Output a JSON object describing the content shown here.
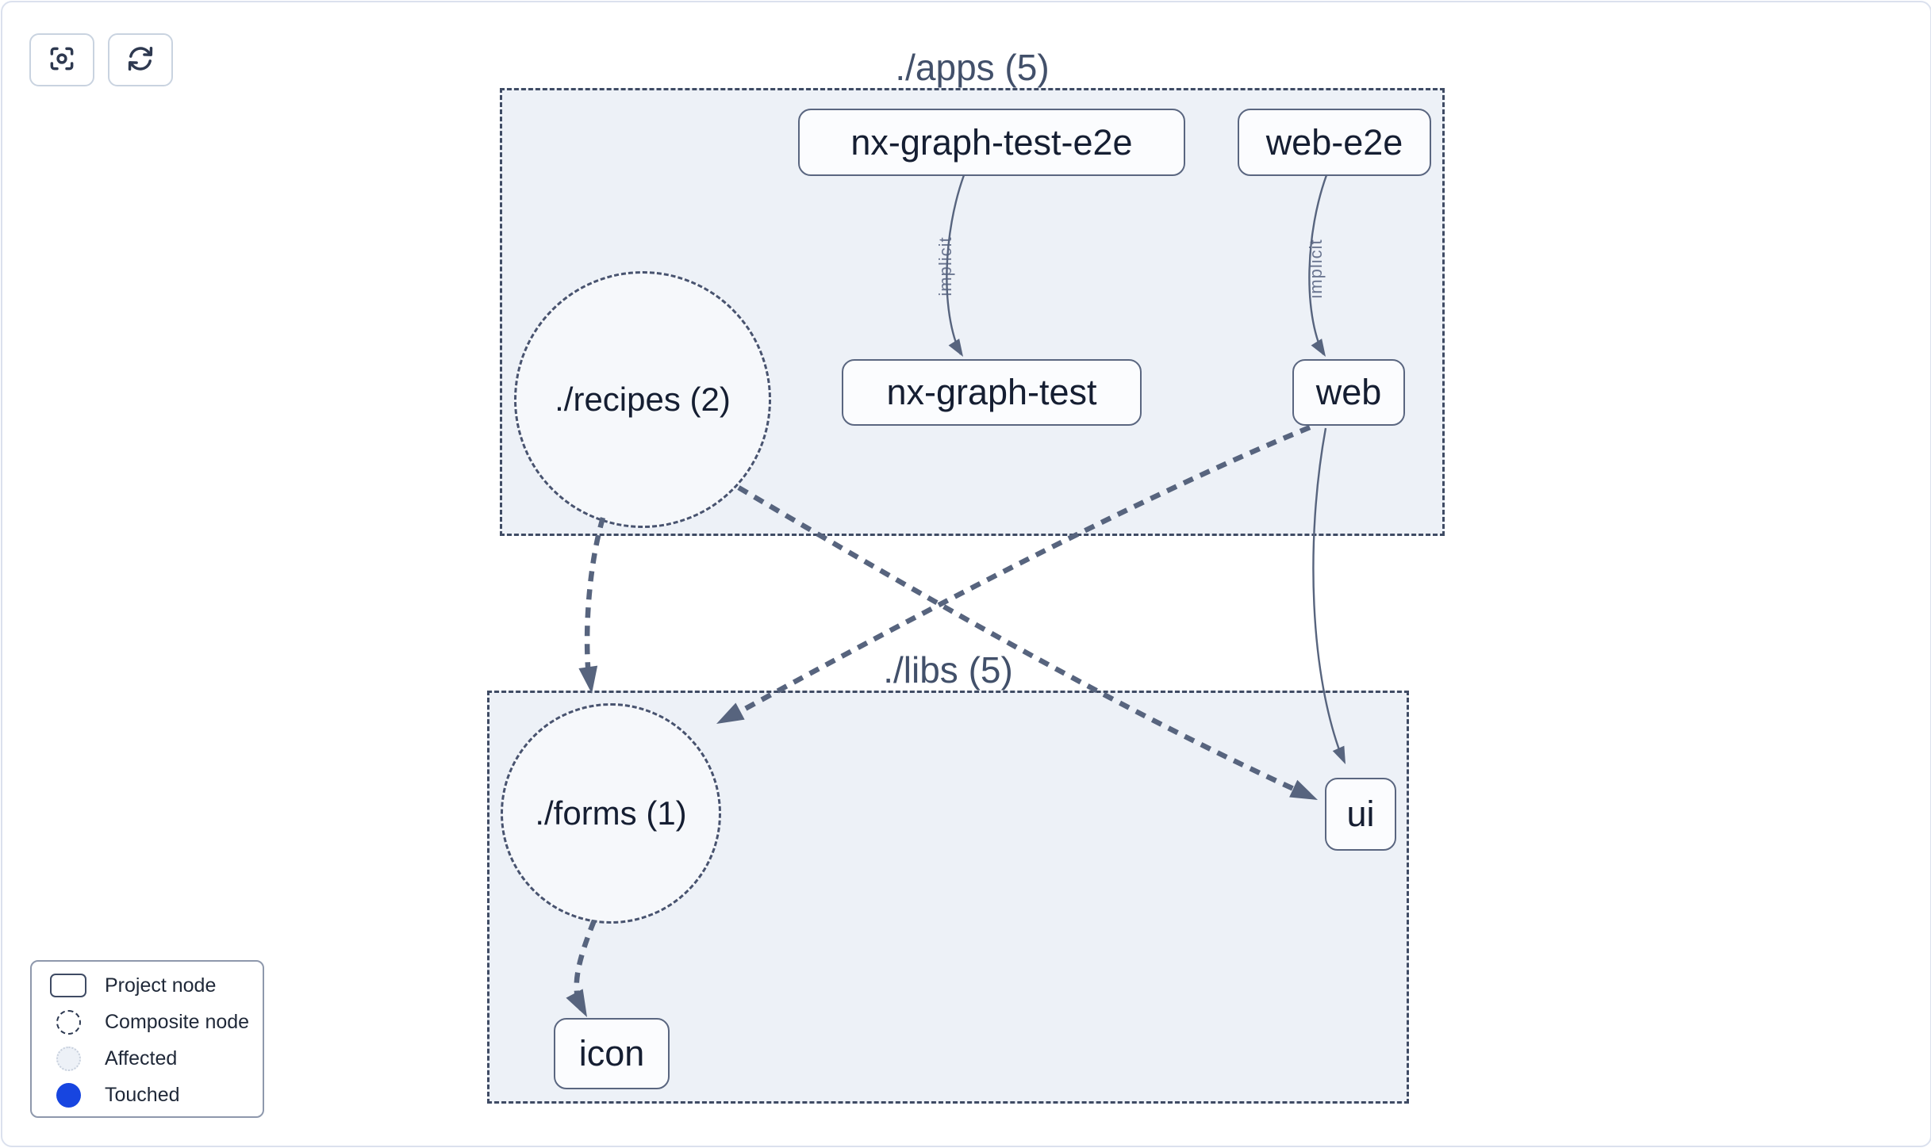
{
  "toolbar": {
    "buttons": [
      {
        "name": "focus",
        "icon": "scan-focus-icon"
      },
      {
        "name": "refresh",
        "icon": "refresh-icon"
      }
    ]
  },
  "graph": {
    "groups": [
      {
        "id": "apps",
        "label": "./apps (5)"
      },
      {
        "id": "libs",
        "label": "./libs (5)"
      }
    ],
    "composites": [
      {
        "id": "recipes",
        "label": "./recipes (2)"
      },
      {
        "id": "forms",
        "label": "./forms (1)"
      }
    ],
    "nodes": [
      {
        "id": "nx-graph-test-e2e",
        "label": "nx-graph-test-e2e"
      },
      {
        "id": "web-e2e",
        "label": "web-e2e"
      },
      {
        "id": "nx-graph-test",
        "label": "nx-graph-test"
      },
      {
        "id": "web",
        "label": "web"
      },
      {
        "id": "ui",
        "label": "ui"
      },
      {
        "id": "icon",
        "label": "icon"
      }
    ],
    "edge_labels": [
      {
        "label": "implicit"
      },
      {
        "label": "implicit"
      }
    ]
  },
  "legend": {
    "items": [
      {
        "label": "Project node"
      },
      {
        "label": "Composite node"
      },
      {
        "label": "Affected"
      },
      {
        "label": "Touched"
      }
    ]
  },
  "colors": {
    "edge": "#57647e",
    "group_fill": "#edf1f7",
    "group_border": "#3f4b64",
    "node_fill": "#fbfcfe",
    "touched": "#1745e0",
    "affected_fill": "#edf1f7"
  }
}
